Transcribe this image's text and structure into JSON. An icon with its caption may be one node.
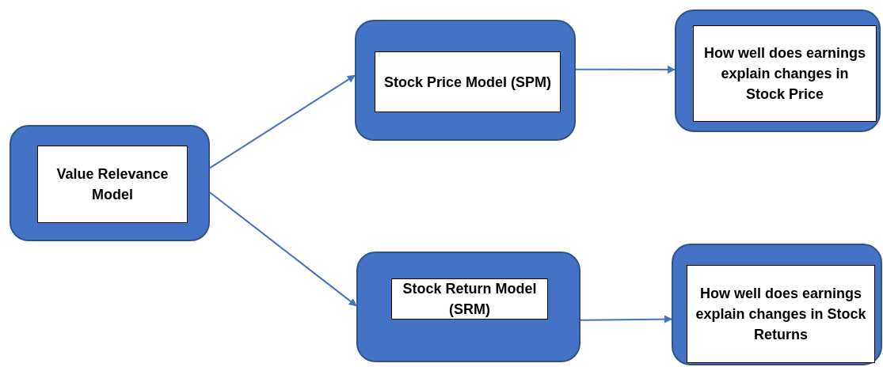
{
  "diagram": {
    "nodes": [
      {
        "text": [
          "Value Relevance Model"
        ]
      },
      {
        "text": [
          "Stock Price Model (SPM)"
        ]
      },
      {
        "text": [
          "How well does earnings explain changes in Stock Price"
        ]
      },
      {
        "text": [
          "Stock Return Model (SRM)"
        ]
      },
      {
        "text": [
          "How well does earnings explain changes in Stock Returns"
        ]
      }
    ],
    "edges": [
      {
        "from": 0,
        "to": 1,
        "arrow": "to"
      },
      {
        "from": 0,
        "to": 3,
        "arrow": "to"
      },
      {
        "from": 1,
        "to": 2,
        "arrow": "to"
      },
      {
        "from": 3,
        "to": 4,
        "arrow": "to"
      }
    ]
  }
}
